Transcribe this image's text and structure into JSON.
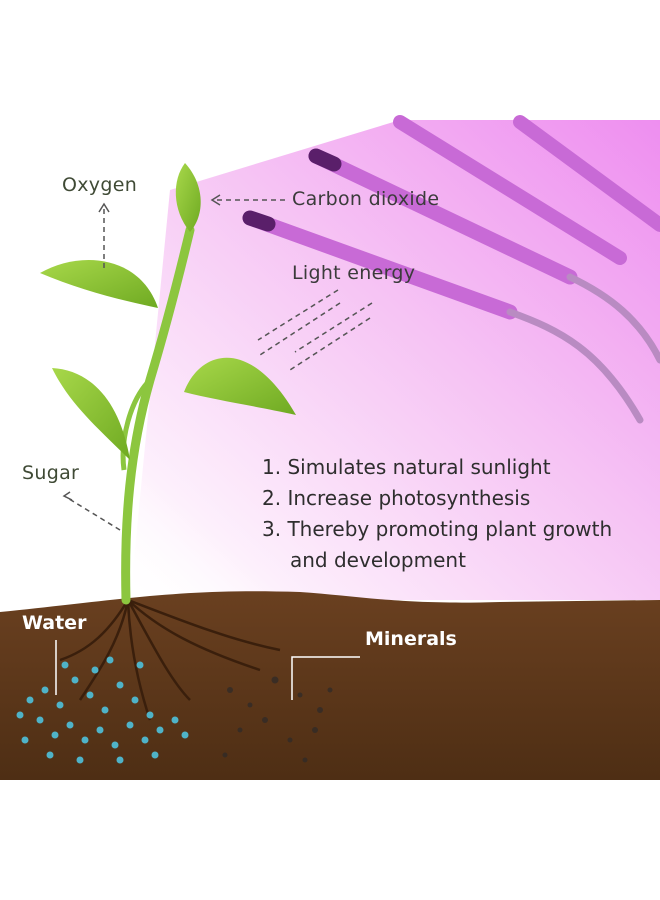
{
  "diagram": {
    "title_implied": "Photosynthesis with LED grow light",
    "labels": {
      "oxygen": "Oxygen",
      "carbon_dioxide": "Carbon dioxide",
      "light_energy": "Light energy",
      "sugar": "Sugar",
      "water": "Water",
      "minerals": "Minerals"
    },
    "benefits": [
      {
        "number": "1.",
        "text": "Simulates natural sunlight"
      },
      {
        "number": "2.",
        "text": "Increase photosynthesis"
      },
      {
        "number": "3.",
        "text": "Thereby promoting plant growth",
        "continuation": "and development"
      }
    ],
    "colors": {
      "light_glow": "#f2a6f0",
      "soil": "#5a3519",
      "leaf": "#8cc63f",
      "water_dots": "#4fb3c8",
      "text": "#3b3b3b"
    }
  }
}
